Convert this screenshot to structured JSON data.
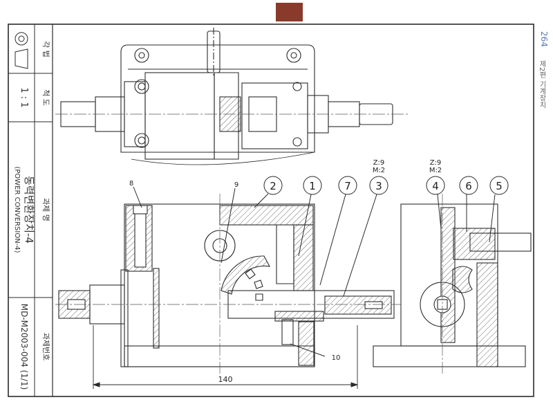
{
  "page": {
    "number": "264",
    "chapter_title": "제2편 기계장치"
  },
  "title_block": {
    "method_label": "각 법",
    "scale_label": "척 도",
    "scale_value": "1 : 1",
    "name_label": "과제 명",
    "name_value": "동력변환장치-4",
    "name_value_en": "(POWER CONVERSION-4)",
    "number_label": "과제번호",
    "number_value": "MD-M2003-004 (1/1)"
  },
  "callouts": [
    "1",
    "2",
    "3",
    "4",
    "5",
    "6",
    "7",
    "8",
    "9",
    "10"
  ],
  "gear_notes": {
    "gear3": [
      "Z:9",
      "M:2"
    ],
    "gear4": [
      "Z:9",
      "M:2"
    ]
  },
  "dimension": "140",
  "colors": {
    "line": "#2a2a2a",
    "hatch": "#444444",
    "tab": "#8a3a2a",
    "page_number": "#5b7db8"
  }
}
